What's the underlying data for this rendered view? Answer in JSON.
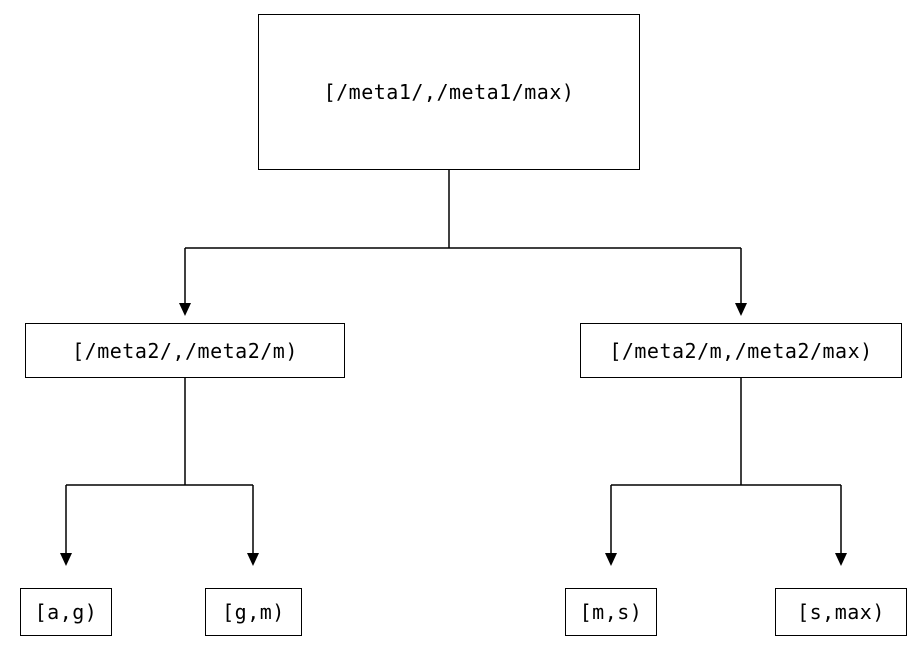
{
  "nodes": {
    "root": {
      "label": "[/meta1/,/meta1/max)"
    },
    "level2_left": {
      "label": "[/meta2/,/meta2/m)"
    },
    "level2_right": {
      "label": "[/meta2/m,/meta2/max)"
    },
    "leaf_ag": {
      "label": "[a,g)"
    },
    "leaf_gm": {
      "label": "[g,m)"
    },
    "leaf_ms": {
      "label": "[m,s)"
    },
    "leaf_smax": {
      "label": "[s,max)"
    }
  },
  "style": {
    "line_color": "#000000",
    "box_border_color": "#000000",
    "background_color": "#ffffff"
  }
}
